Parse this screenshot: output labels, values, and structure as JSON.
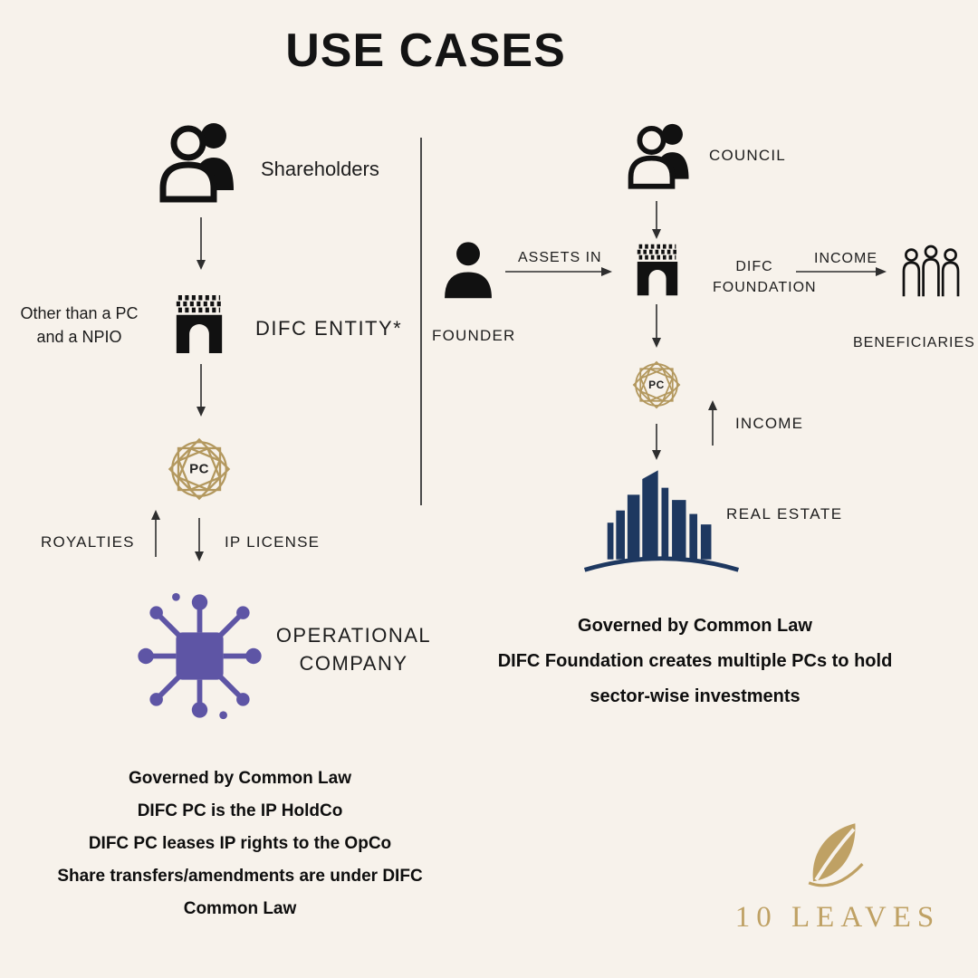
{
  "page": {
    "title": "USE CASES"
  },
  "left_flow": {
    "shareholders_label": "Shareholders",
    "side_note_line1": "Other than a PC",
    "side_note_line2": "and a NPIO",
    "difc_entity_label": "DIFC ENTITY*",
    "pc_label": "PC",
    "royalties_label": "ROYALTIES",
    "ip_license_label": "IP LICENSE",
    "opco_line1": "OPERATIONAL",
    "opco_line2": "COMPANY",
    "notes": [
      "Governed by Common Law",
      "DIFC PC is the IP HoldCo",
      "DIFC PC leases IP rights to the OpCo",
      "Share transfers/amendments are under DIFC",
      "Common Law"
    ]
  },
  "right_flow": {
    "council_label": "COUNCIL",
    "founder_label": "FOUNDER",
    "assets_in_label": "ASSETS IN",
    "foundation_line1": "DIFC",
    "foundation_line2": "FOUNDATION",
    "income_right_label": "INCOME",
    "beneficiaries_label": "BENEFICIARIES",
    "pc_label": "PC",
    "income_up_label": "INCOME",
    "real_estate_label": "REAL ESTATE",
    "notes": [
      "Governed by Common Law",
      "DIFC Foundation creates multiple PCs to hold",
      "sector-wise investments"
    ]
  },
  "branding": {
    "logo_text": "10 LEAVES"
  },
  "colors": {
    "background": "#f7f2eb",
    "ink": "#141414",
    "pc_gold": "#b3985e",
    "opco_purple": "#5e55a5",
    "real_estate_navy": "#1e3860",
    "logo_gold": "#bfa164"
  }
}
